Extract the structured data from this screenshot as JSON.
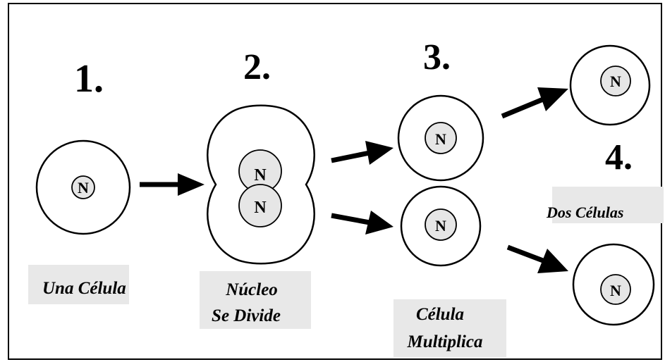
{
  "steps": {
    "one": "1.",
    "two": "2.",
    "three": "3.",
    "four": "4."
  },
  "nucleus_letter": "N",
  "captions": {
    "una_celula": "Una Célula",
    "nucleo_line1": "Núcleo",
    "nucleo_line2": "Se Divide",
    "celula_line1": "Célula",
    "celula_line2": "Multiplica",
    "dos_celulas": "Dos Células"
  },
  "colors": {
    "nucleus_fill": "#e6e6e6",
    "caption_background": "#e8e8e8",
    "stroke": "#000000"
  }
}
